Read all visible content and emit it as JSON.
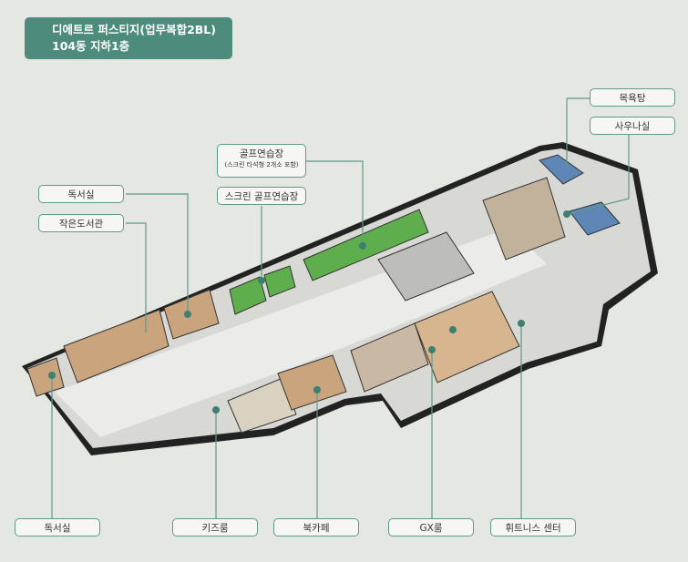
{
  "title": {
    "line1": "디에트르 퍼스티지(업무복합2BL)",
    "line2": "104동 지하1층"
  },
  "labels": {
    "bath": "목욕탕",
    "sauna": "사우나실",
    "golf": "골프연습장",
    "golf_sub": "(스크린 타석형 2개소 포함)",
    "screen_golf": "스크린 골프연습장",
    "reading_top": "독서실",
    "library": "작은도서관",
    "reading_bottom": "독서실",
    "kids": "키즈룸",
    "bookcafe": "북카페",
    "gx": "GX룸",
    "fitness": "휘트니스 센터"
  },
  "colors": {
    "accent": "#4d8b7d",
    "line": "#5f9a8b",
    "floor": "#d9d9d6",
    "wall": "#2b2b2b",
    "golf": "#5fae4e",
    "pool": "#5e86b6",
    "wood": "#c9a47c"
  }
}
